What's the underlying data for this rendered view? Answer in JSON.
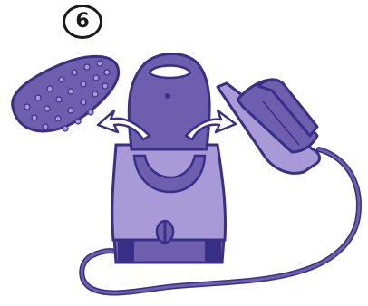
{
  "step": {
    "number": "6"
  },
  "palette": {
    "ink": "#3a2f86",
    "body_fill": "#6d5fae",
    "body_light": "#a79ad6",
    "arrow_fill": "#ffffff",
    "badge_ink": "#1a1a1a"
  },
  "illustration": {
    "parts": [
      "soleplate-cover",
      "steam-generator-base",
      "steam-iron",
      "power-cord",
      "removal-arrows"
    ]
  }
}
